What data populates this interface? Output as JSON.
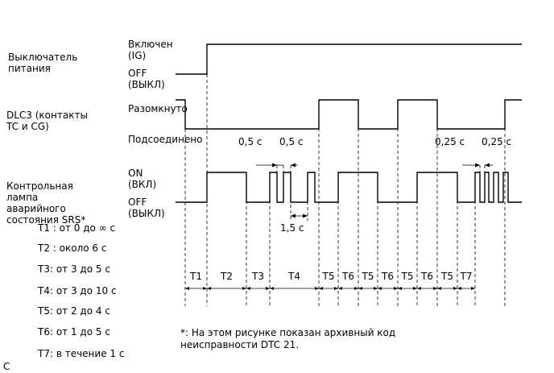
{
  "signals": {
    "ig": {
      "name": "Выключатель\nпитания",
      "high": "Включен\n(IG)",
      "low": "OFF\n(ВЫКЛ)"
    },
    "dlc3": {
      "name": "DLC3 (контакты\nTC и CG)",
      "high": "Разомкнуто",
      "low": "Подсоединено"
    },
    "lamp": {
      "name": "Контрольная\nлампа\nаварийного\nсостояния SRS*",
      "high": "ON\n(ВКЛ)",
      "low": "OFF\n(ВЫКЛ)"
    }
  },
  "durations": {
    "d05a": "0,5 с",
    "d05b": "0,5 с",
    "d15": "1,5 с",
    "d025a": "0,25 с",
    "d025b": "0,25 с"
  },
  "intervals": [
    "T1",
    "T2",
    "T3",
    "T4",
    "T5",
    "T6",
    "T5",
    "T6",
    "T5",
    "T6",
    "T5",
    "T7"
  ],
  "legend": [
    "T1 : от 0 до ∞ с",
    "T2 : около 6 с",
    "T3: от 3 до 5 с",
    "T4: от 3 до 10 с",
    "T5: от 2 до 4 с",
    "T6: от 1 до 5 с",
    "T7: в течение 1 с"
  ],
  "note": "*: На этом рисунке показан архивный код\nнеисправности DTC 21.",
  "corner_label": "C"
}
